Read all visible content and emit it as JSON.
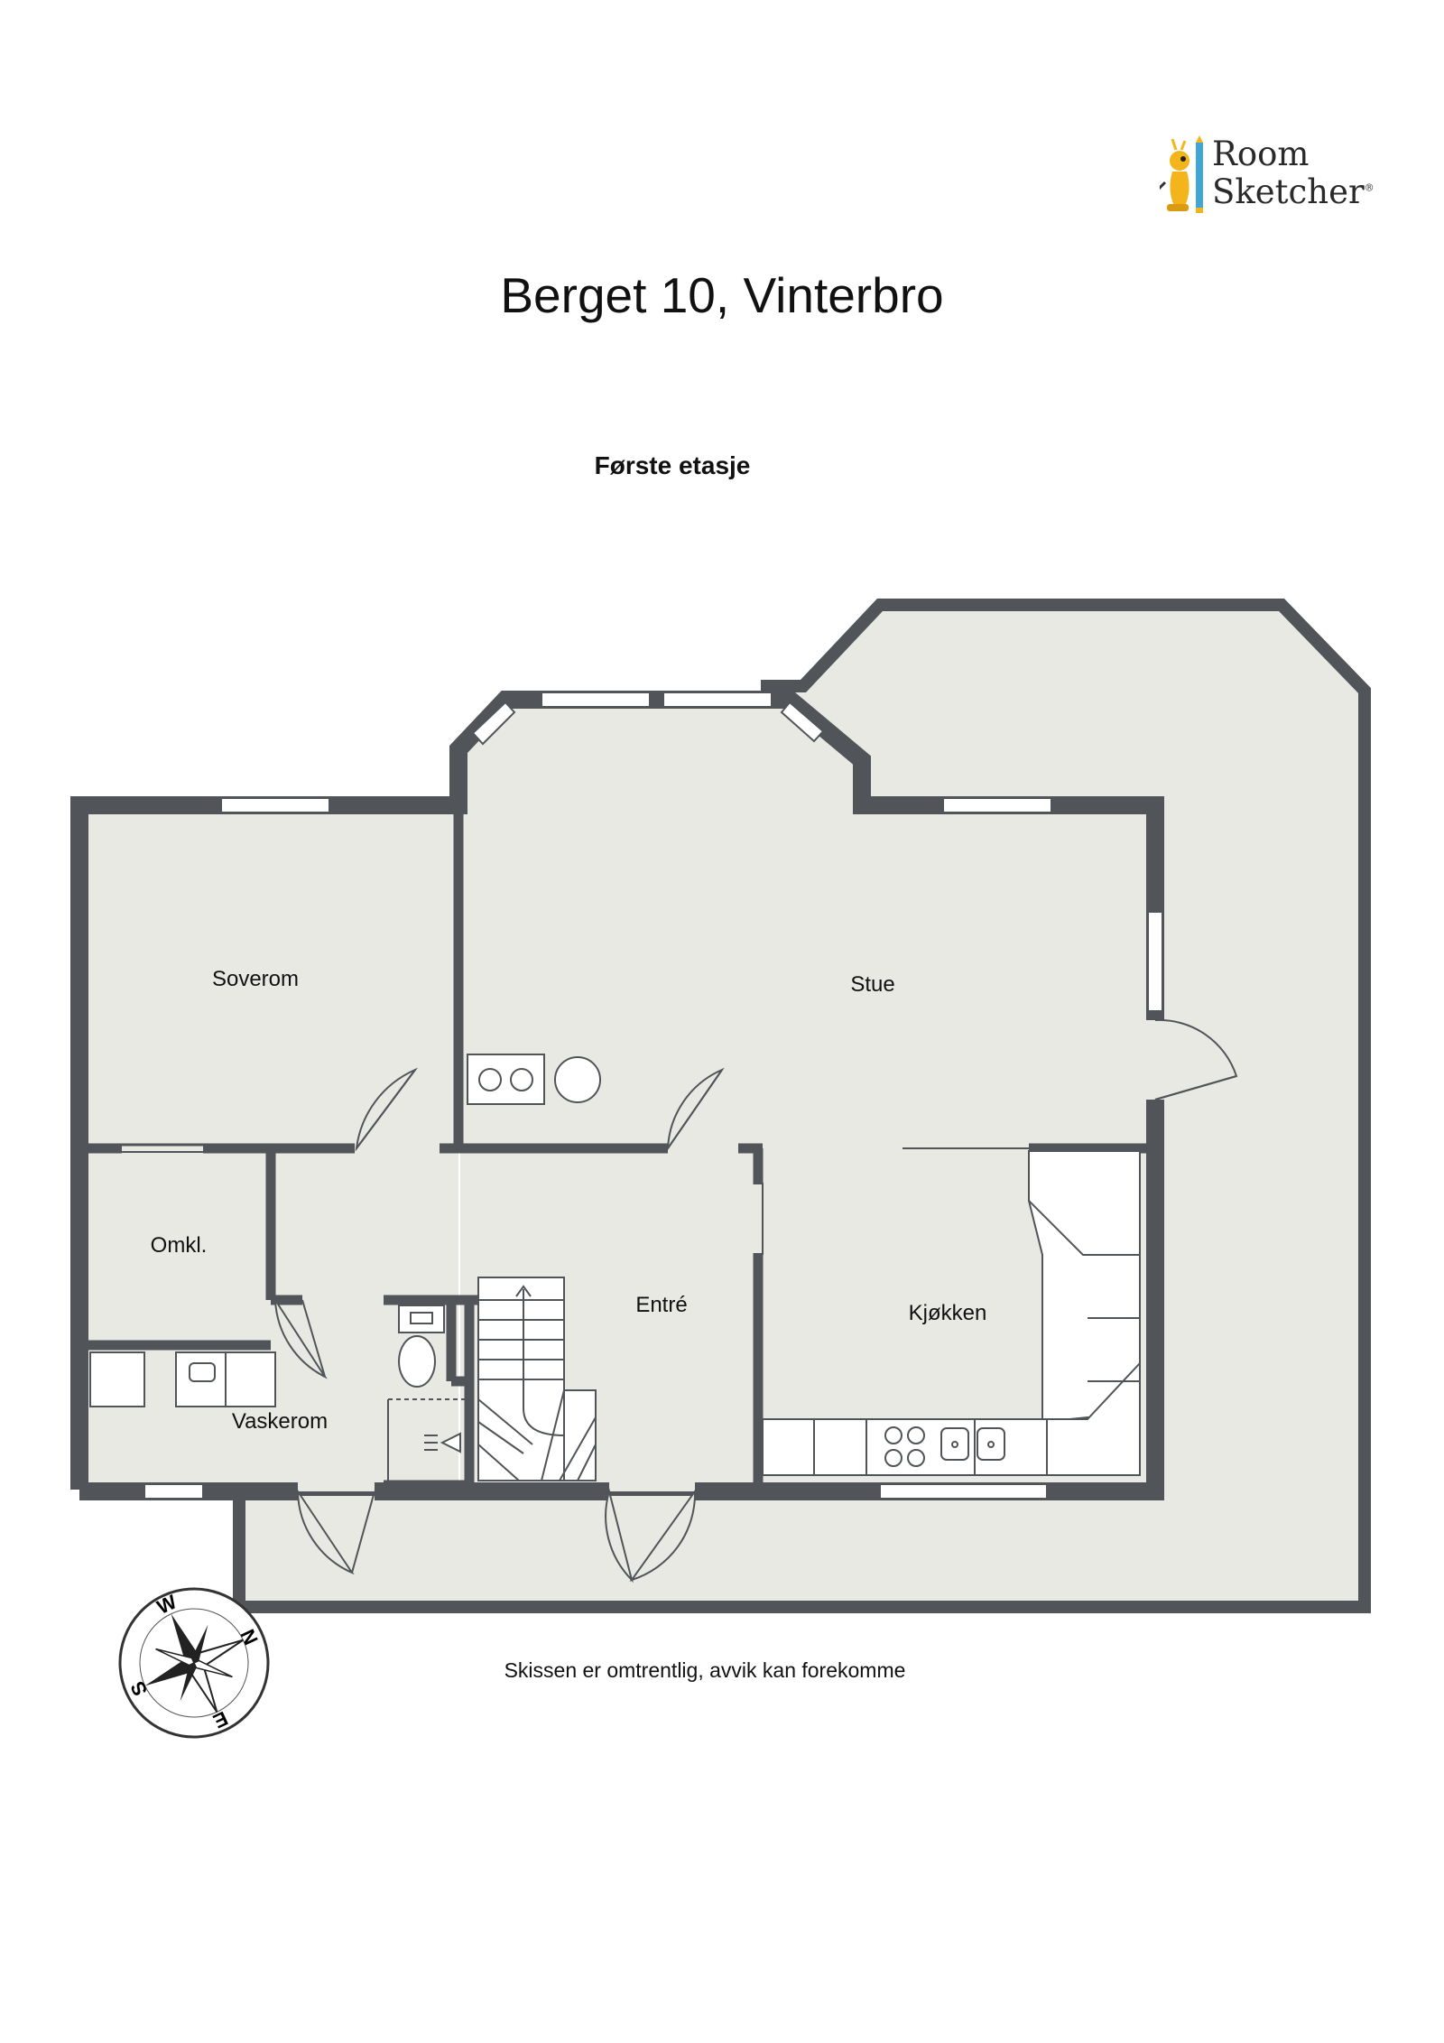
{
  "header": {
    "brand_line1": "Room",
    "brand_line2": "Sketcher",
    "brand_mark": "®",
    "title": "Berget 10, Vinterbro",
    "floor": "Første etasje"
  },
  "rooms": {
    "soverom": "Soverom",
    "stue": "Stue",
    "omkl": "Omkl.",
    "entre": "Entré",
    "kjokken": "Kjøkken",
    "vaskerom": "Vaskerom"
  },
  "compass": {
    "n": "N",
    "e": "E",
    "s": "S",
    "w": "W"
  },
  "footer": {
    "disclaimer": "Skissen er omtrentlig, avvik kan forekomme"
  },
  "colors": {
    "wall": "#515458",
    "floor": "#e8e9e3",
    "window": "#ffffff",
    "logo_yellow": "#f3b51b",
    "logo_blue": "#3fa6d6"
  }
}
